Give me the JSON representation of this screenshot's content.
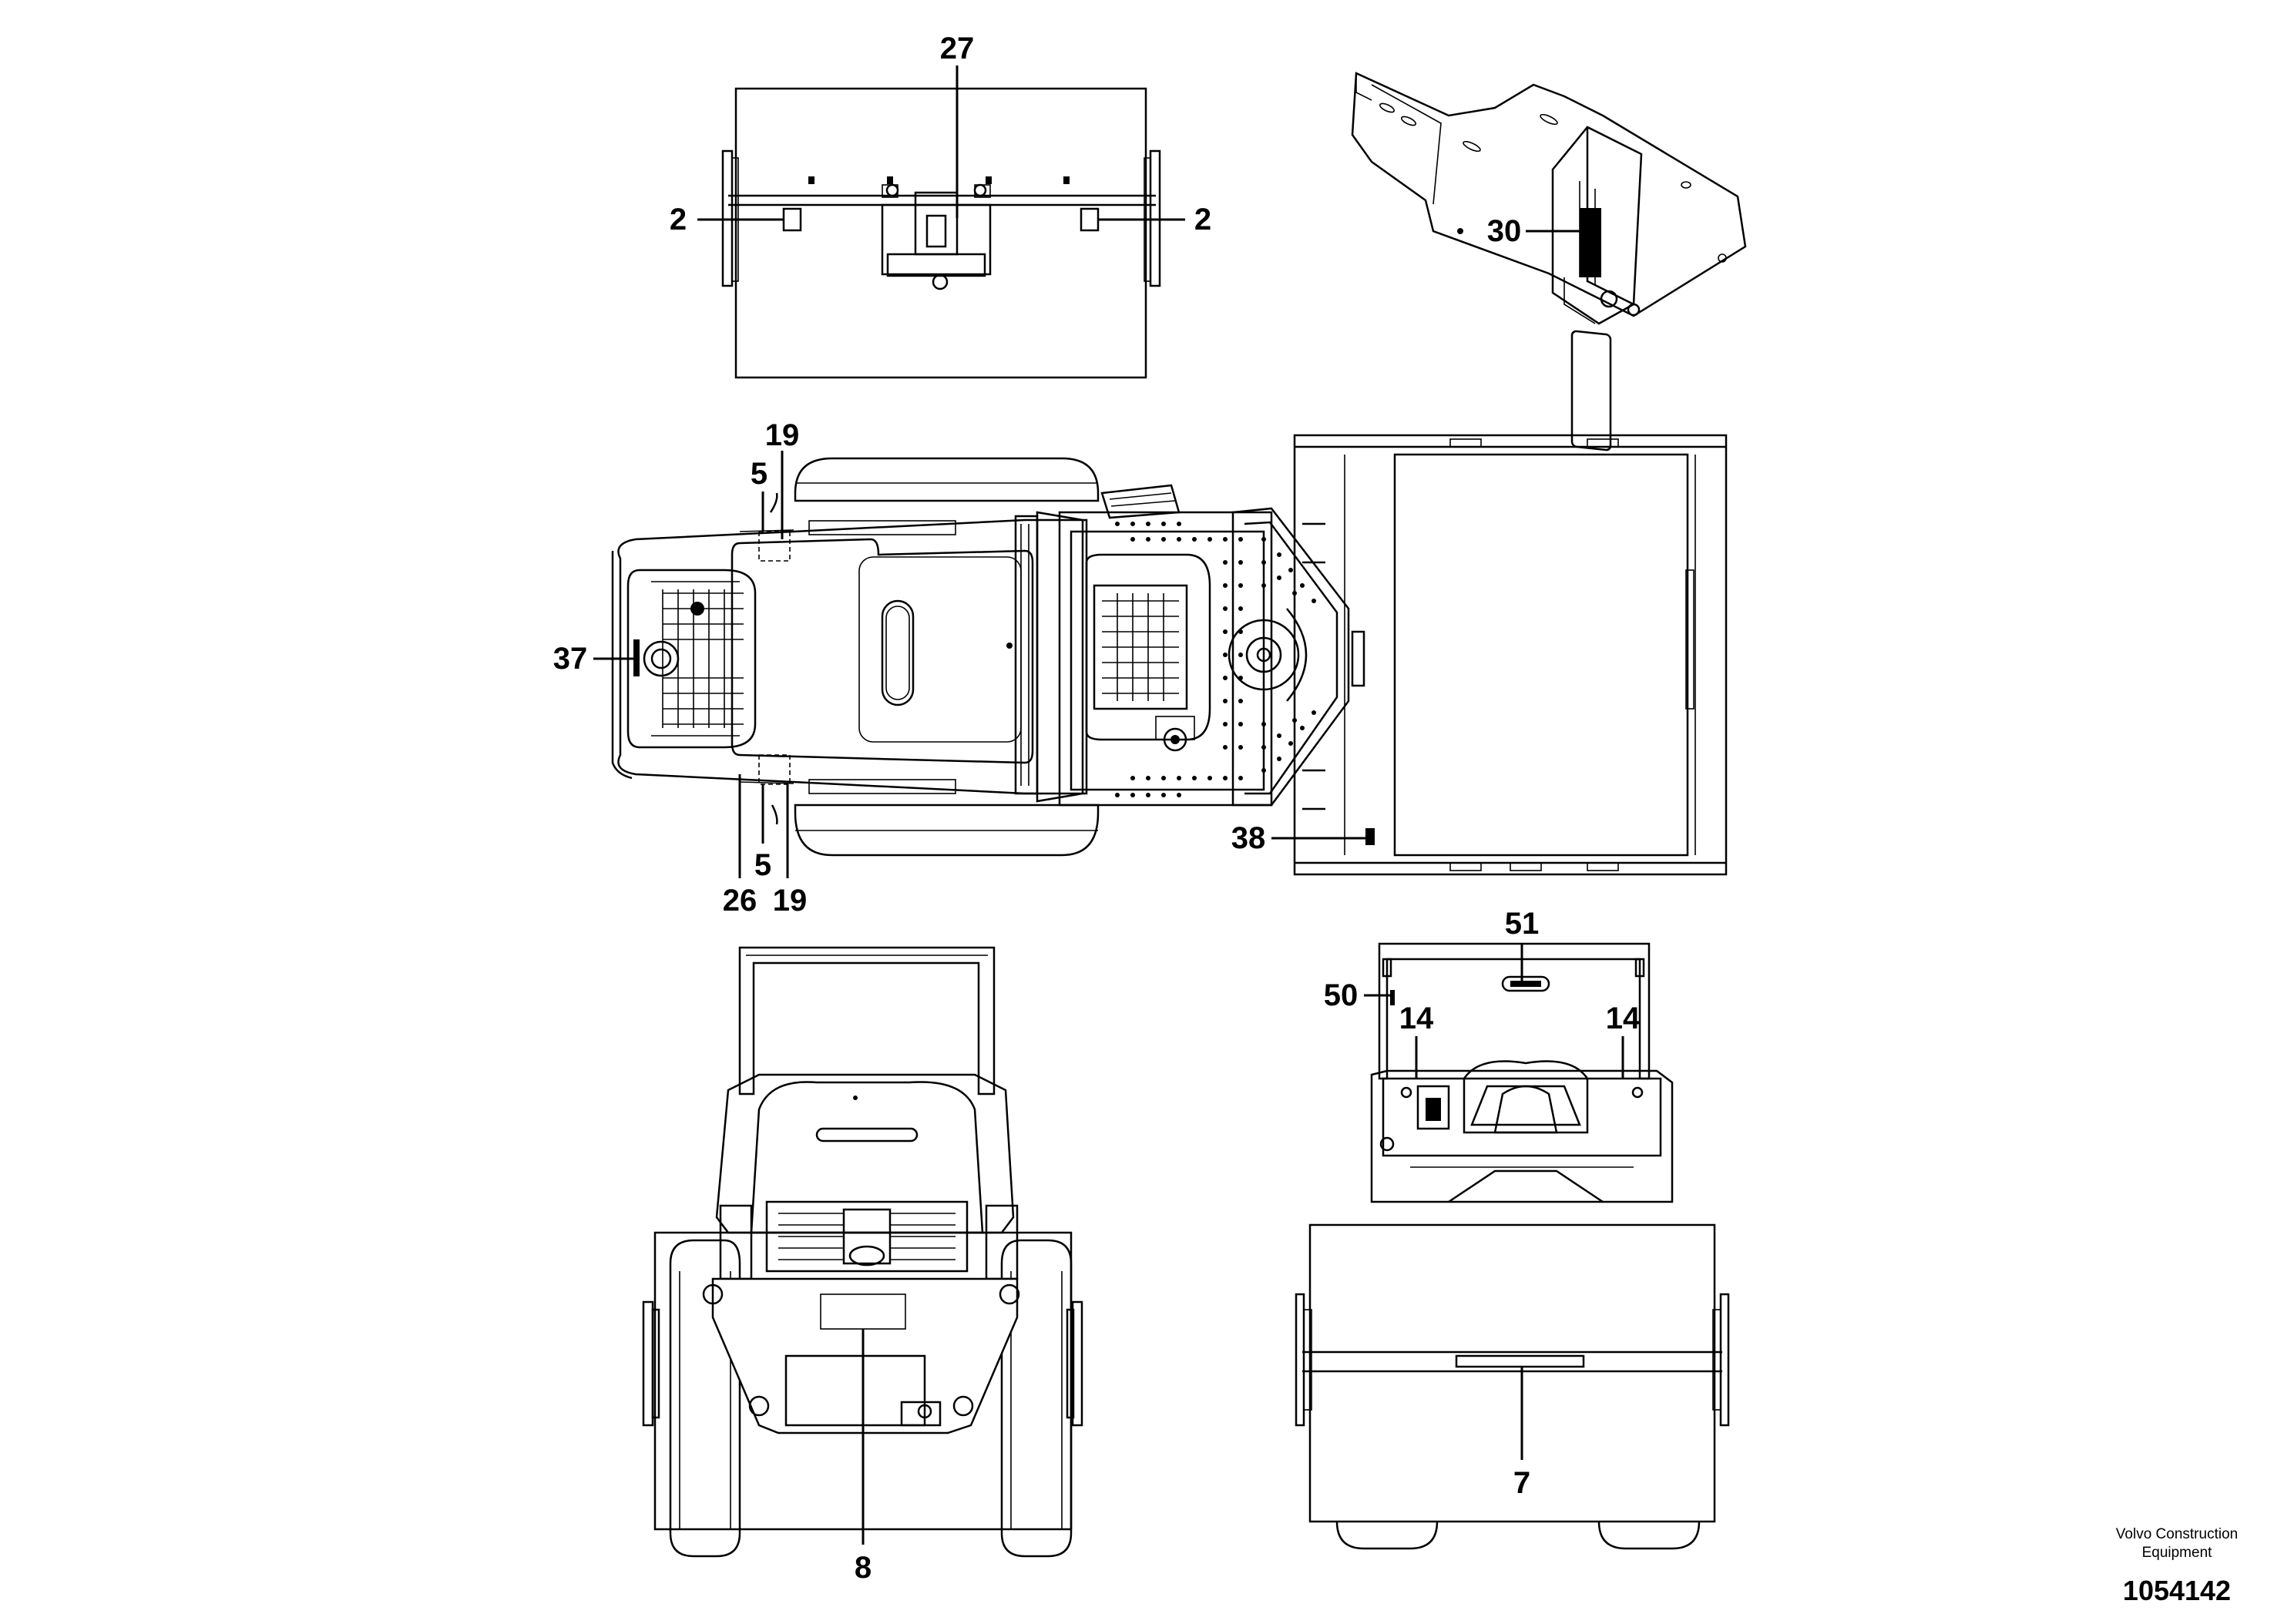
{
  "callouts": {
    "c27": "27",
    "c2_left": "2",
    "c2_right": "2",
    "c30": "30",
    "c19_top": "19",
    "c5_top": "5",
    "c37": "37",
    "c5_bottom": "5",
    "c26": "26",
    "c19_bottom": "19",
    "c38": "38",
    "c51": "51",
    "c50": "50",
    "c14_left": "14",
    "c14_right": "14",
    "c8": "8",
    "c7": "7"
  },
  "footer": {
    "company_line1": "Volvo Construction",
    "company_line2": "Equipment",
    "document_number": "1054142"
  },
  "views": [
    "top-drum-view",
    "bracket-module-view",
    "machine-top-view",
    "rear-view",
    "front-view"
  ]
}
